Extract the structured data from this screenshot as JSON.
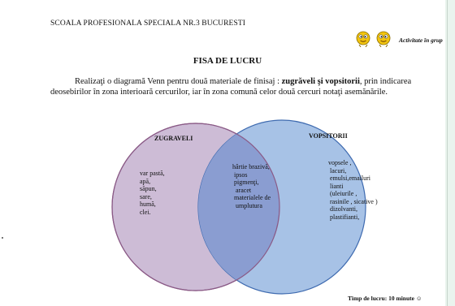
{
  "header": {
    "school": "SCOALA PROFESIONALA SPECIALA NR.3 BUCURESTI",
    "activity": "Activitate în grup"
  },
  "title": "FISA  DE LUCRU",
  "intro": {
    "part1": "Realizaţi o diagramă Venn pentru două materiale de finisaj  : ",
    "bold": "zugrăveli şi vopsitorii",
    "part2": ", prin indicarea deosebirilor în zona interioară cercurilor, iar în zona comună celor două cercuri notaţi asemănările."
  },
  "venn": {
    "left_label": "ZUGRAVELI",
    "right_label": "VOPSITORII",
    "left_items": "var pastă,\napă,\nsăpun,\nsare,\nhumă,\nclei.",
    "common_items": "hârtie brazivă,\n ipsos\n pigmenţi,\n  aracet\n materialele de\n  umplutura",
    "right_items": "vopsele ,\n lacuri,\n emulsi,emailuri\n lianti\n (uleiurile ,\n rasinile , sicative )\n dizolvanti,\n plastifianti,",
    "colors": {
      "left_fill": "#cdbcd6",
      "right_fill": "#a7c2e6",
      "overlap_fill": "#8a9dd1",
      "left_stroke": "#8a5a86",
      "right_stroke": "#3f6bb0"
    }
  },
  "footer": {
    "time": "Timp de lucru:  10 minute  ☺"
  }
}
